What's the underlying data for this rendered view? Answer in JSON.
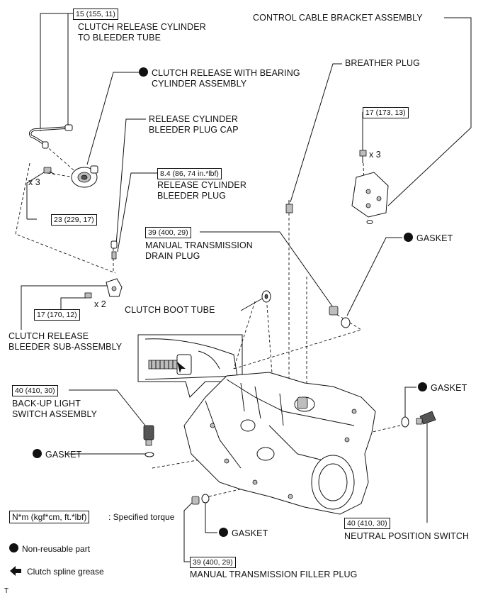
{
  "labels": {
    "clutch_release_cylinder_to_bleeder_tube": [
      "CLUTCH RELEASE CYLINDER",
      "TO BLEEDER TUBE"
    ],
    "clutch_release_with_bearing_cylinder_assembly": [
      "CLUTCH RELEASE WITH BEARING",
      "CYLINDER ASSEMBLY"
    ],
    "release_cylinder_bleeder_plug_cap": [
      "RELEASE CYLINDER",
      "BLEEDER PLUG CAP"
    ],
    "release_cylinder_bleeder_plug": [
      "RELEASE CYLINDER",
      "BLEEDER PLUG"
    ],
    "control_cable_bracket_assembly": "CONTROL CABLE BRACKET ASSEMBLY",
    "breather_plug": "BREATHER PLUG",
    "gasket_drain": "GASKET",
    "manual_transmission_drain_plug": [
      "MANUAL TRANSMISSION",
      "DRAIN PLUG"
    ],
    "clutch_boot_tube": "CLUTCH BOOT TUBE",
    "clutch_release_bleeder_sub_assembly": [
      "CLUTCH RELEASE",
      "BLEEDER SUB-ASSEMBLY"
    ],
    "back_up_light_switch_assembly": [
      "BACK-UP LIGHT",
      "SWITCH ASSEMBLY"
    ],
    "gasket_backup": "GASKET",
    "gasket_neutral": "GASKET",
    "gasket_filler": "GASKET",
    "neutral_position_switch": "NEUTRAL POSITION SWITCH",
    "manual_transmission_filler_plug": "MANUAL TRANSMISSION FILLER PLUG"
  },
  "torques": {
    "bleeder_tube": "15 (155, 11)",
    "release_cylinder_bolts": "23 (229, 17)",
    "bleeder_plug": "8.4 (86, 74 in.*lbf)",
    "bracket_bolts": "17 (173, 13)",
    "drain_plug": "39 (400, 29)",
    "bleeder_sub_bolts": "17 (170, 12)",
    "backup_switch": "40 (410, 30)",
    "neutral_switch": "40 (410, 30)",
    "filler_plug": "39 (400, 29)"
  },
  "multipliers": {
    "release_cylinder_bolts": "x 3",
    "bracket_bolts": "x 3",
    "bleeder_sub_bolts": "x 2"
  },
  "legend": {
    "torque_box": "N*m (kgf*cm, ft.*lbf)",
    "torque_text": ": Specified torque",
    "non_reusable": "Non-reusable part",
    "spline_grease": "Clutch spline grease"
  },
  "footer_mark": "T"
}
